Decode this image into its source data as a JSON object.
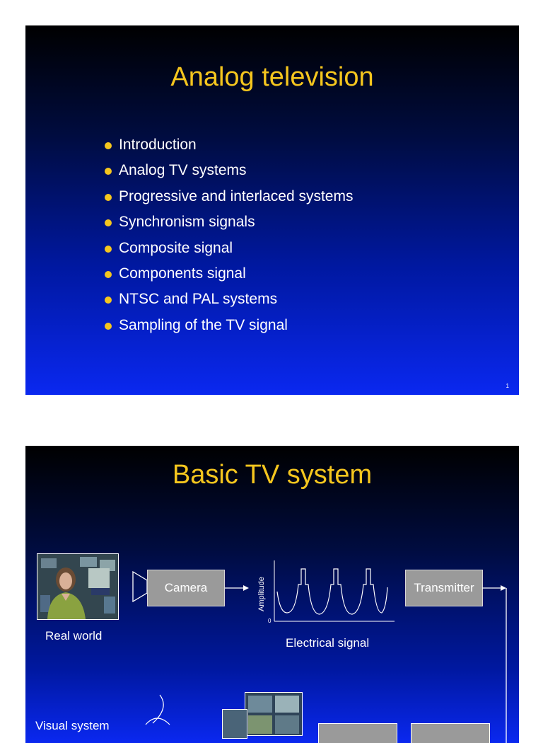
{
  "slides": [
    {
      "title": "Analog television",
      "bullets": [
        "Introduction",
        "Analog TV systems",
        "Progressive and interlaced systems",
        "Synchronism signals",
        "Composite signal",
        "Components signal",
        "NTSC and PAL systems",
        "Sampling of the TV signal"
      ],
      "page_number": "1"
    },
    {
      "title": "Basic TV system",
      "diagram": {
        "real_world_label": "Real world",
        "camera_label": "Camera",
        "amplitude_label": "Amplitude",
        "axis_zero": "0",
        "electrical_signal_label": "Electrical signal",
        "transmitter_label": "Transmitter",
        "viewer_label_partial": "Visual system"
      }
    }
  ],
  "colors": {
    "title": "#f5c61e",
    "bullet": "#f5c61e",
    "box": "#9a9a9a"
  }
}
